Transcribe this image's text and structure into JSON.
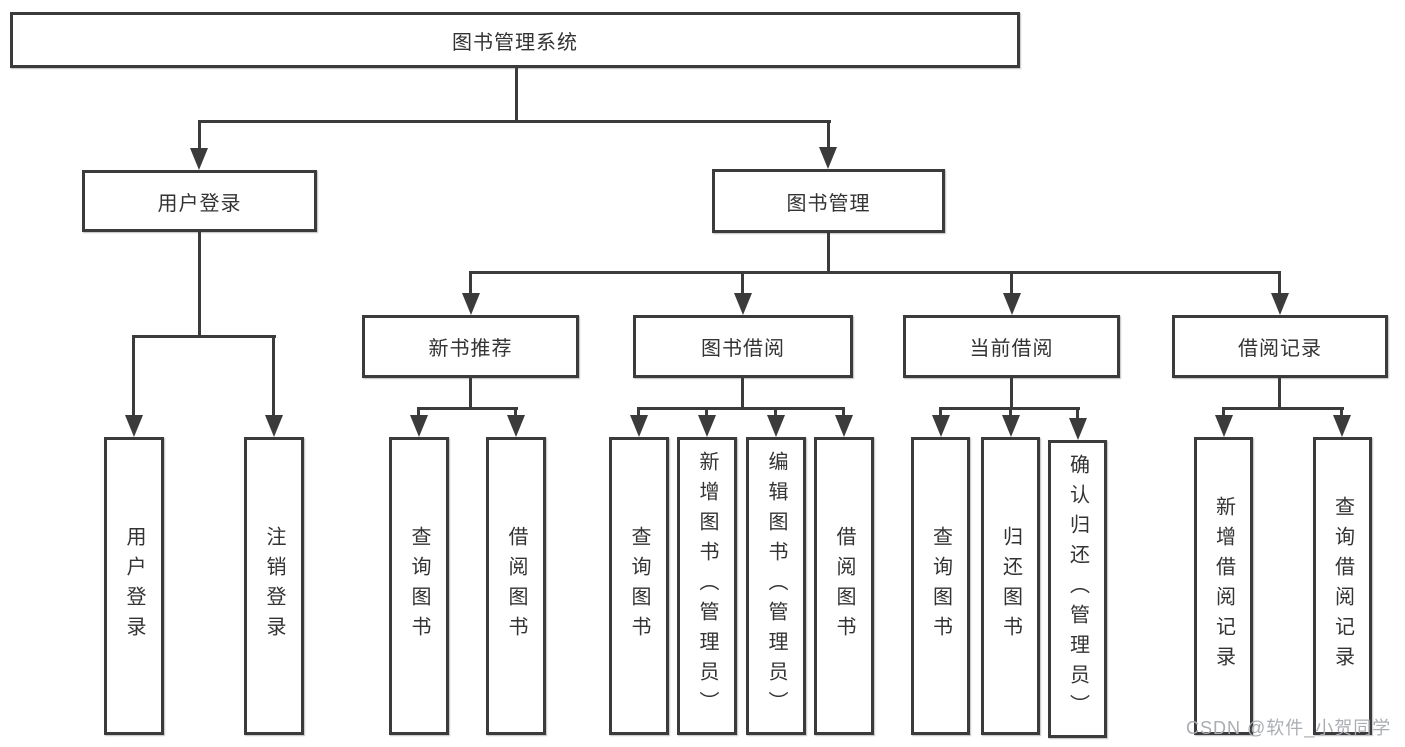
{
  "diagram": {
    "root": {
      "label": "图书管理系统"
    },
    "level2": {
      "user_login": {
        "label": "用户登录"
      },
      "book_mgmt": {
        "label": "图书管理"
      }
    },
    "level3": {
      "new_books": {
        "label": "新书推荐"
      },
      "book_borrow": {
        "label": "图书借阅"
      },
      "current_borrow": {
        "label": "当前借阅"
      },
      "borrow_records": {
        "label": "借阅记录"
      }
    },
    "leaves": {
      "user_login": [
        "用户登录",
        "注销登录"
      ],
      "new_books": [
        "查询图书",
        "借阅图书"
      ],
      "book_borrow": [
        "查询图书",
        "新增图书（管理员）",
        "编辑图书（管理员）",
        "借阅图书"
      ],
      "current_borrow": [
        "查询图书",
        "归还图书",
        "确认归还（管理员）"
      ],
      "borrow_records": [
        "新增借阅记录",
        "查询借阅记录"
      ]
    }
  },
  "watermark": {
    "text": "CSDN @软件_小贺同学"
  },
  "colors": {
    "line": "#3b3b3b",
    "text": "#333333",
    "background": "#ffffff",
    "watermark": "#aaadb3"
  }
}
